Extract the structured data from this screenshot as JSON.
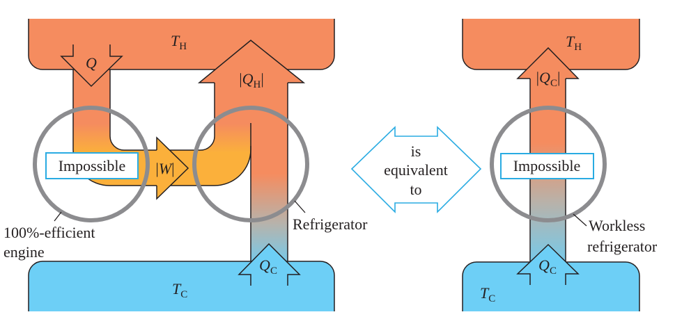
{
  "colors": {
    "hot": "#F58C5F",
    "work": "#FBB03B",
    "cold": "#6DCFF6",
    "transition_mid": "#B8B2AA",
    "transition_cold": "#76CAEA",
    "highlight_ring": "#8C8C8F",
    "badge_border": "#29ABE2",
    "outline": "#231F20",
    "background": "#FFFFFF"
  },
  "left_diagram": {
    "hot_reservoir": {
      "symbol": "T",
      "subscript": "H"
    },
    "cold_reservoir": {
      "symbol": "T",
      "subscript": "C"
    },
    "heat_input": {
      "symbol": "Q"
    },
    "work": {
      "left_bar": "|",
      "symbol": "W",
      "right_bar": "|"
    },
    "heat_to_hot": {
      "left_bar": "|",
      "symbol": "Q",
      "subscript": "H",
      "right_bar": "|"
    },
    "heat_from_cold": {
      "symbol": "Q",
      "subscript": "C"
    },
    "engine_badge": "Impossible",
    "engine_caption": [
      "100%-efficient",
      "engine"
    ],
    "refrigerator_caption": "Refrigerator"
  },
  "equivalence": {
    "lines": [
      "is",
      "equivalent",
      "to"
    ]
  },
  "right_diagram": {
    "hot_reservoir": {
      "symbol": "T",
      "subscript": "H"
    },
    "cold_reservoir": {
      "symbol": "T",
      "subscript": "C"
    },
    "heat_to_hot": {
      "left_bar": "|",
      "symbol": "Q",
      "subscript": "C",
      "right_bar": "|"
    },
    "heat_from_cold": {
      "symbol": "Q",
      "subscript": "C"
    },
    "badge": "Impossible",
    "caption": [
      "Workless",
      "refrigerator"
    ]
  }
}
